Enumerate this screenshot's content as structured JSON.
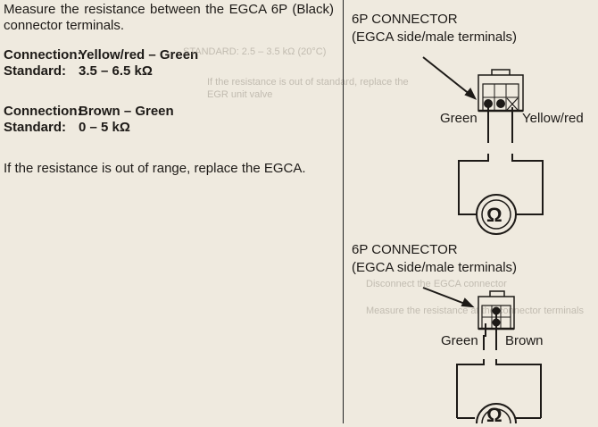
{
  "procedure": {
    "intro": "Measure the resistance between the EGCA 6P (Black) connector terminals.",
    "connection_label": "Connection:",
    "standard_label": "Standard:",
    "checks": [
      {
        "connection": "Yellow/red – Green",
        "standard": "3.5 – 6.5 kΩ"
      },
      {
        "connection": "Brown – Green",
        "standard": "0 – 5 kΩ"
      }
    ],
    "note": "If the resistance is out of range, replace the EGCA."
  },
  "diagrams": [
    {
      "title_line1": "6P CONNECTOR",
      "title_line2": "(EGCA side/male terminals)",
      "left_wire": "Green",
      "right_wire": "Yellow/red",
      "meter_symbol": "Ω"
    },
    {
      "title_line1": "6P CONNECTOR",
      "title_line2": "(EGCA side/male terminals)",
      "left_wire": "Green",
      "right_wire": "Brown",
      "meter_symbol": "Ω"
    }
  ],
  "bleed_through": {
    "line1": "STANDARD: 2.5 – 3.5 kΩ (20°C)",
    "line2": "If the resistance is out of standard, replace the",
    "line3": "EGR unit valve",
    "line4": "Disconnect the EGCA connector",
    "line5": "Measure the resistance at the connector terminals"
  }
}
